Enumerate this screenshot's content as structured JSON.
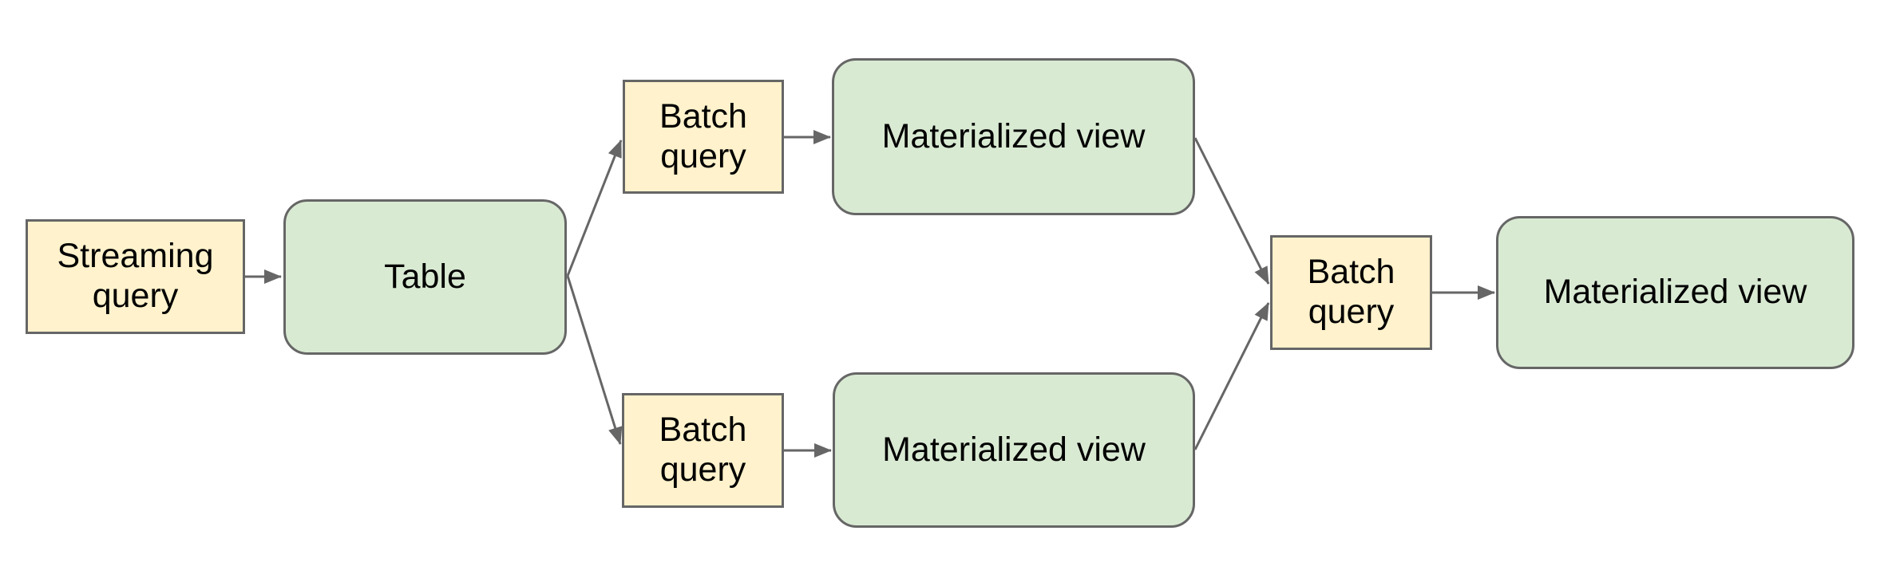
{
  "diagram": {
    "nodes": [
      {
        "id": "streaming-query",
        "label": "Streaming query",
        "kind": "query"
      },
      {
        "id": "table",
        "label": "Table",
        "kind": "table"
      },
      {
        "id": "batch-query-top",
        "label": "Batch query",
        "kind": "query"
      },
      {
        "id": "materialized-view-top",
        "label": "Materialized view",
        "kind": "view"
      },
      {
        "id": "batch-query-bottom",
        "label": "Batch query",
        "kind": "query"
      },
      {
        "id": "materialized-view-bottom",
        "label": "Materialized view",
        "kind": "view"
      },
      {
        "id": "batch-query-final",
        "label": "Batch query",
        "kind": "query"
      },
      {
        "id": "materialized-view-final",
        "label": "Materialized view",
        "kind": "view"
      }
    ],
    "edges": [
      {
        "from": "streaming-query",
        "to": "table"
      },
      {
        "from": "table",
        "to": "batch-query-top"
      },
      {
        "from": "table",
        "to": "batch-query-bottom"
      },
      {
        "from": "batch-query-top",
        "to": "materialized-view-top"
      },
      {
        "from": "batch-query-bottom",
        "to": "materialized-view-bottom"
      },
      {
        "from": "materialized-view-top",
        "to": "batch-query-final"
      },
      {
        "from": "materialized-view-bottom",
        "to": "batch-query-final"
      },
      {
        "from": "batch-query-final",
        "to": "materialized-view-final"
      }
    ],
    "colors": {
      "query_fill": "#FFF2CC",
      "table_view_fill": "#D9EAD3",
      "shape_border": "#666666",
      "arrow": "#666666",
      "text": "#000000",
      "background": "#FFFFFF"
    }
  }
}
